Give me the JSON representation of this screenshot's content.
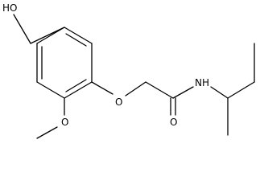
{
  "molecule": {
    "atom_labels": {
      "hydroxyl": "HO",
      "ether_oxygen": "O",
      "methoxy_oxygen": "O",
      "carbonyl_oxygen": "O",
      "amide_nitrogen": "NH"
    },
    "colors": {
      "bond": "#000000",
      "label": "#000000",
      "background": "#ffffff"
    }
  }
}
